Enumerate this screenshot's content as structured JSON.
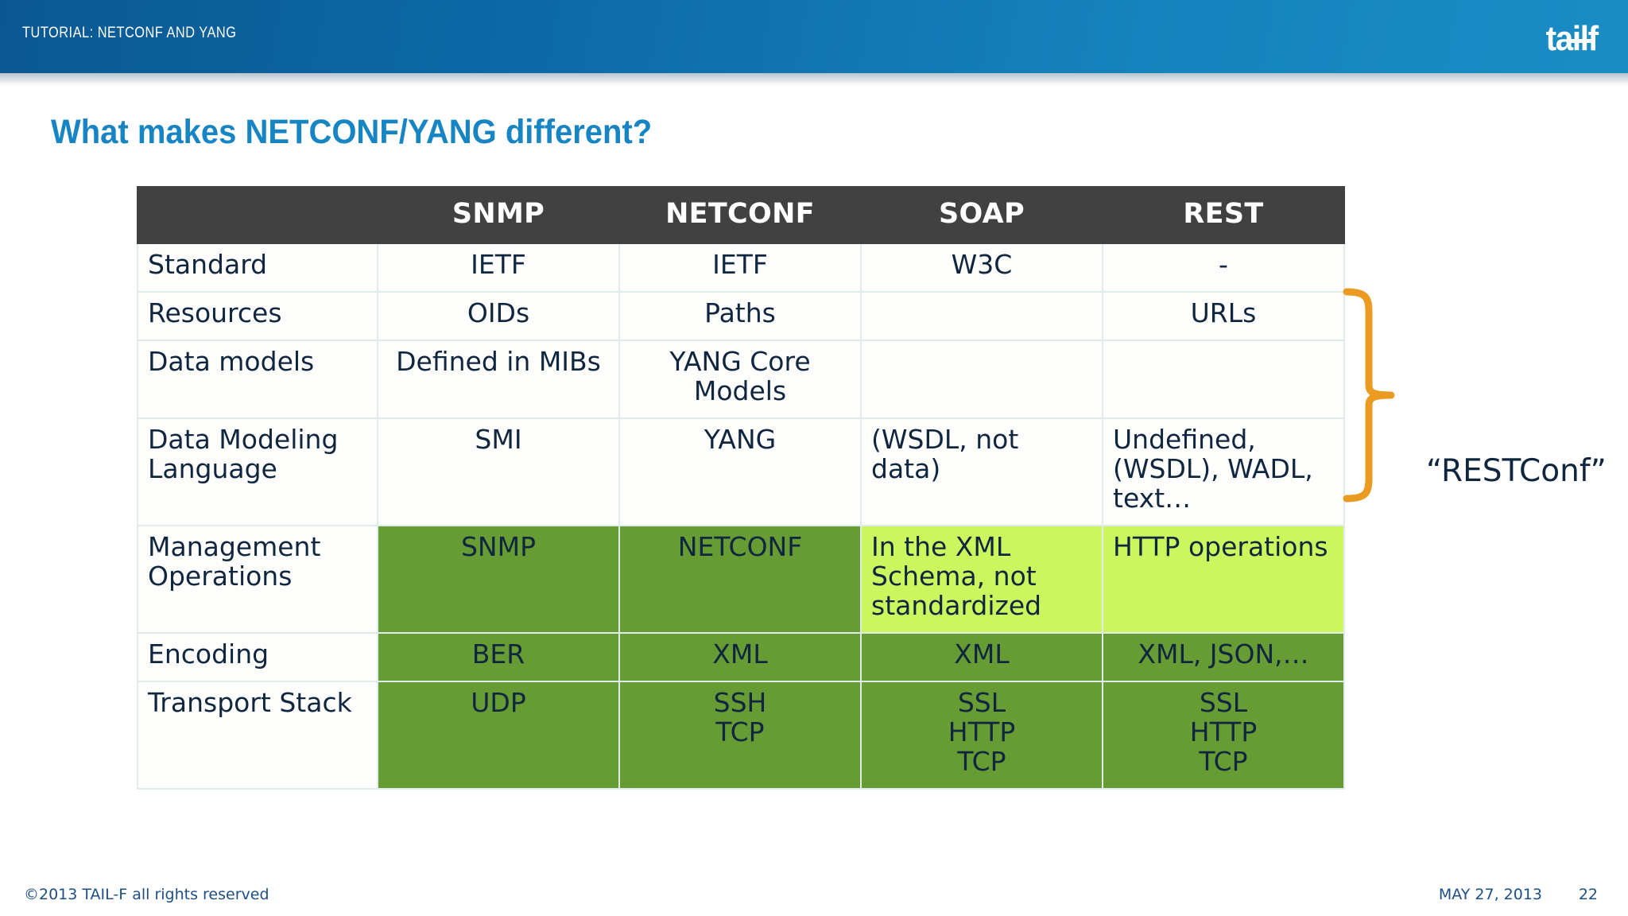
{
  "header": {
    "kicker": "TUTORIAL: NETCONF AND YANG",
    "logo_main": "tail",
    "logo_suffix": "f"
  },
  "title": "What makes NETCONF/YANG different?",
  "table": {
    "columns": [
      "",
      "SNMP",
      "NETCONF",
      "SOAP",
      "REST"
    ],
    "rows": [
      {
        "label": "Standard",
        "cells": [
          {
            "text": "IETF",
            "align": "center",
            "fill": "white"
          },
          {
            "text": "IETF",
            "align": "center",
            "fill": "white"
          },
          {
            "text": "W3C",
            "align": "center",
            "fill": "white"
          },
          {
            "text": "-",
            "align": "center",
            "fill": "white"
          }
        ]
      },
      {
        "label": "Resources",
        "cells": [
          {
            "text": "OIDs",
            "align": "center",
            "fill": "white"
          },
          {
            "text": "Paths",
            "align": "center",
            "fill": "white"
          },
          {
            "text": "",
            "align": "center",
            "fill": "white"
          },
          {
            "text": "URLs",
            "align": "center",
            "fill": "white"
          }
        ]
      },
      {
        "label": "Data models",
        "cells": [
          {
            "text": "Defined in MIBs",
            "align": "center",
            "fill": "white"
          },
          {
            "text": "YANG Core Models",
            "align": "center",
            "fill": "white"
          },
          {
            "text": "",
            "align": "center",
            "fill": "white"
          },
          {
            "text": "",
            "align": "center",
            "fill": "white"
          }
        ]
      },
      {
        "label": "Data Modeling Language",
        "cells": [
          {
            "text": "SMI",
            "align": "center",
            "fill": "white"
          },
          {
            "text": "YANG",
            "align": "center",
            "fill": "white"
          },
          {
            "text": "(WSDL, not data)",
            "align": "left",
            "fill": "white"
          },
          {
            "text": "Undefined, (WSDL), WADL, text…",
            "align": "left",
            "fill": "white"
          }
        ]
      },
      {
        "label": "Management Operations",
        "cells": [
          {
            "text": "SNMP",
            "align": "center",
            "fill": "dgreen"
          },
          {
            "text": "NETCONF",
            "align": "center",
            "fill": "dgreen"
          },
          {
            "text": "In the XML Schema, not standardized",
            "align": "left",
            "fill": "lgreen"
          },
          {
            "text": "HTTP operations",
            "align": "left",
            "fill": "lgreen"
          }
        ]
      },
      {
        "label": "Encoding",
        "cells": [
          {
            "text": "BER",
            "align": "center",
            "fill": "dgreen"
          },
          {
            "text": "XML",
            "align": "center",
            "fill": "dgreen"
          },
          {
            "text": "XML",
            "align": "center",
            "fill": "dgreen"
          },
          {
            "text": "XML, JSON,…",
            "align": "center",
            "fill": "dgreen"
          }
        ]
      },
      {
        "label": "Transport Stack",
        "cells": [
          {
            "text": "UDP",
            "align": "center",
            "fill": "dgreen"
          },
          {
            "lines": [
              "SSH",
              "TCP"
            ],
            "align": "center",
            "fill": "dgreen"
          },
          {
            "lines": [
              "SSL",
              "HTTP",
              "TCP"
            ],
            "align": "center",
            "fill": "dgreen"
          },
          {
            "lines": [
              "SSL",
              "HTTP",
              "TCP"
            ],
            "align": "center",
            "fill": "dgreen"
          }
        ]
      }
    ]
  },
  "annotation": {
    "restconf_label": "“RESTConf”",
    "brace_color": "#eb9b21"
  },
  "footer": {
    "copyright": "©2013 TAIL-F all rights reserved",
    "date": "MAY 27, 2013",
    "page": "22"
  },
  "colors": {
    "header_band_start": "#0a5893",
    "header_band_end": "#1a8cc4",
    "title_blue": "#1785c4",
    "table_header_bg": "#414141",
    "text_navy": "#10263f",
    "dark_green": "#679b34",
    "light_green": "#ccf65e",
    "grid_line": "#dfeceb",
    "footer_blue": "#1d4f86"
  }
}
